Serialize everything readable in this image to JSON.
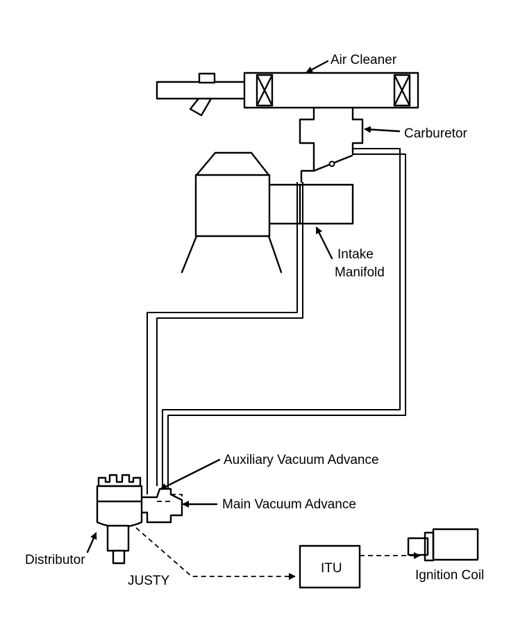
{
  "labels": {
    "air_cleaner": "Air Cleaner",
    "carburetor": "Carburetor",
    "intake_manifold_line1": "Intake",
    "intake_manifold_line2": "Manifold",
    "aux_vacuum_advance": "Auxiliary Vacuum Advance",
    "main_vacuum_advance": "Main Vacuum Advance",
    "distributor": "Distributor",
    "justy": "JUSTY",
    "itu": "ITU",
    "ignition_coil": "Ignition Coil"
  }
}
